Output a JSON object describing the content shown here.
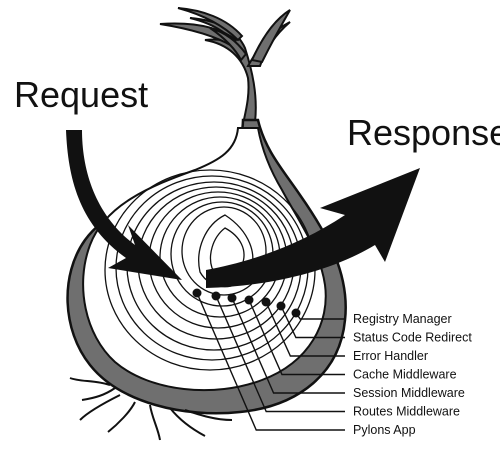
{
  "diagram": {
    "request_label": "Request",
    "response_label": "Response",
    "layers": [
      "Registry Manager",
      "Status Code Redirect",
      "Error Handler",
      "Cache Middleware",
      "Session Middleware",
      "Routes Middleware",
      "Pylons App"
    ]
  },
  "colors": {
    "ink": "#111111",
    "onion_body": "#6f6f6f",
    "onion_interior": "#ffffff",
    "arrow": "#111111"
  }
}
